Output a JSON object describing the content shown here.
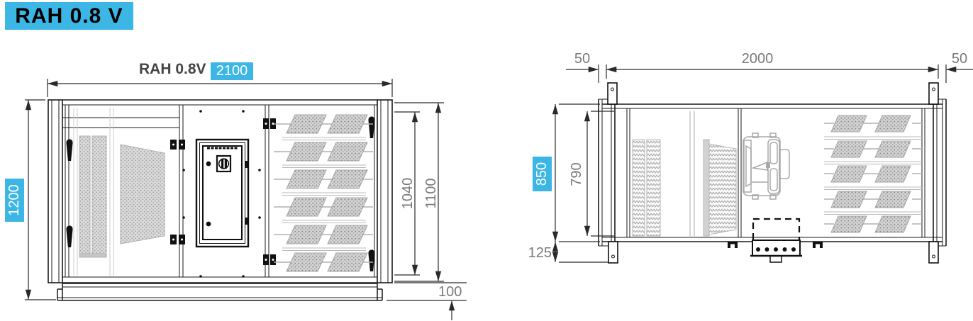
{
  "title": "RAH 0.8 V",
  "accent_color": "#3cb7e5",
  "front_view": {
    "label": "RAH 0.8V",
    "width": "2100",
    "overall_height": "1200",
    "inner_height": "1040",
    "casing_height": "1100",
    "base_height": "100"
  },
  "top_view": {
    "bracket_offset_left": "50",
    "bracket_spacing": "2000",
    "bracket_offset_right": "50",
    "overall_depth": "850",
    "inner_depth": "790",
    "drain_offset": "125"
  }
}
